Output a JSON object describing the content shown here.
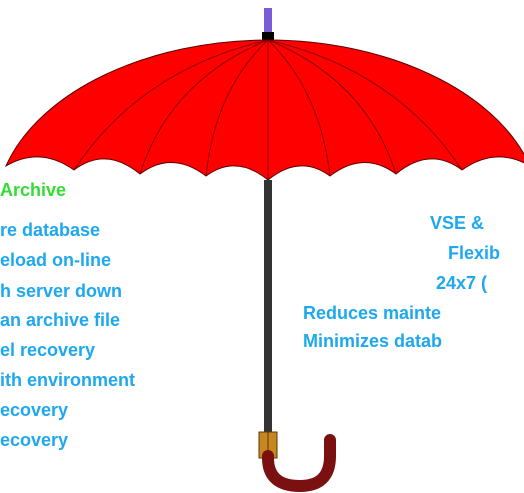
{
  "colors": {
    "canopy": "#ff0000",
    "canopy_ribs": "#8b0000",
    "shaft": "#333333",
    "tip": "#7b5cd6",
    "handle": "#7a1010",
    "handle_band": "#c8861e",
    "heading_text": "#33dd33",
    "body_text": "#1ea8f0"
  },
  "left_heading": "Archive",
  "left_items": [
    "re database",
    "eload on-line",
    "h server down",
    "an archive file",
    "el recovery",
    "ith environment",
    "ecovery",
    "ecovery"
  ],
  "right_items": [
    "VSE &",
    "Flexib",
    "24x7 (",
    "Reduces mainte",
    "Minimizes datab"
  ]
}
